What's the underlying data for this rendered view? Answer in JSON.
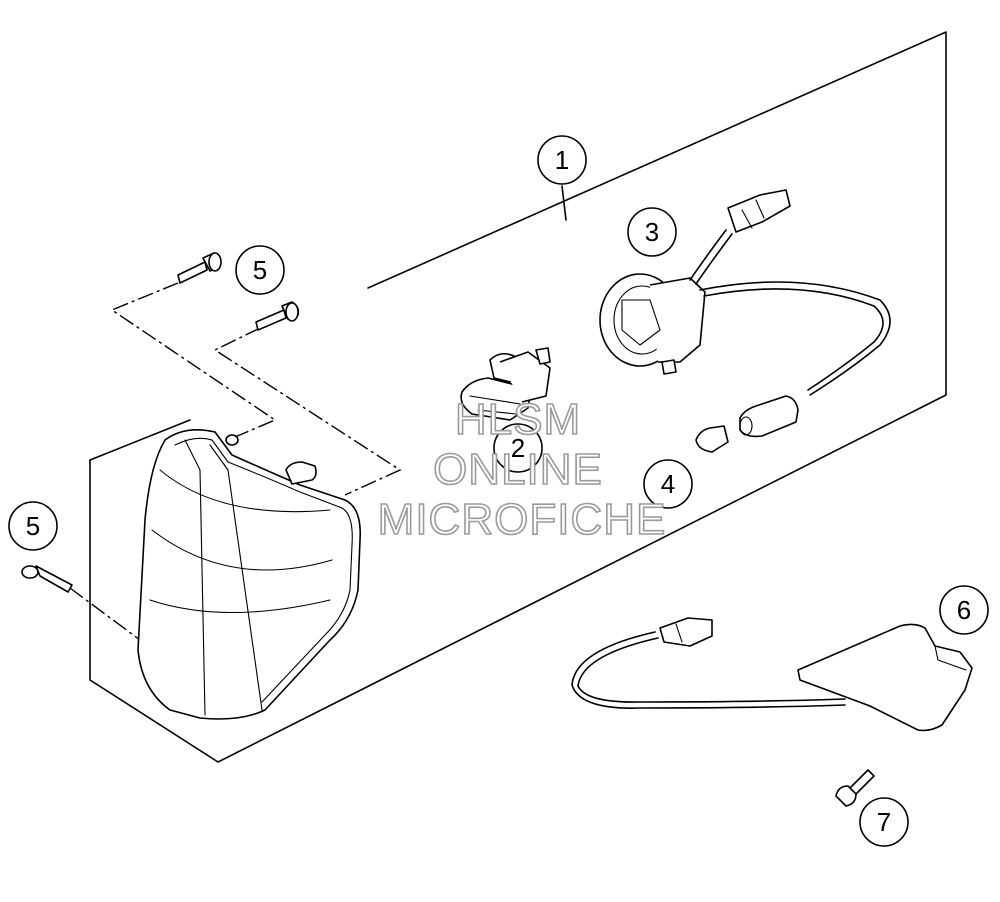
{
  "callouts": {
    "c1": "1",
    "c2": "2",
    "c3": "3",
    "c4": "4",
    "c5a": "5",
    "c5b": "5",
    "c6": "6",
    "c7": "7"
  },
  "watermark": {
    "line1": "HLSM",
    "line2": "ONLINE",
    "line3": "MICROFICHE"
  }
}
